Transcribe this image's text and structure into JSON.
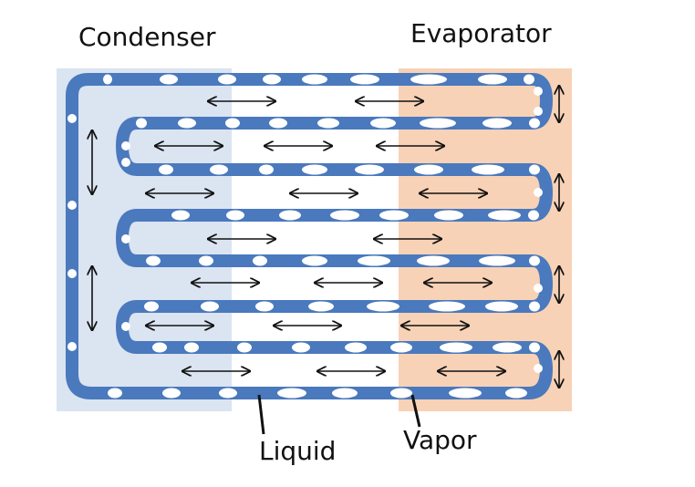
{
  "labels": {
    "condenser": "Condenser",
    "evaporator": "Evaporator",
    "liquid": "Liquid",
    "vapor": "Vapor"
  },
  "colors": {
    "condenser_zone": "#dbe4f1",
    "evaporator_zone": "#f8d2b6",
    "tube": "#4a79bd",
    "slug": "#ffffff",
    "arrow": "#111111"
  },
  "icons": {
    "horizontal_oscillation": "double-headed-horizontal-arrow",
    "vertical_oscillation": "double-headed-vertical-arrow",
    "bubble": "white-ellipse-slug"
  }
}
